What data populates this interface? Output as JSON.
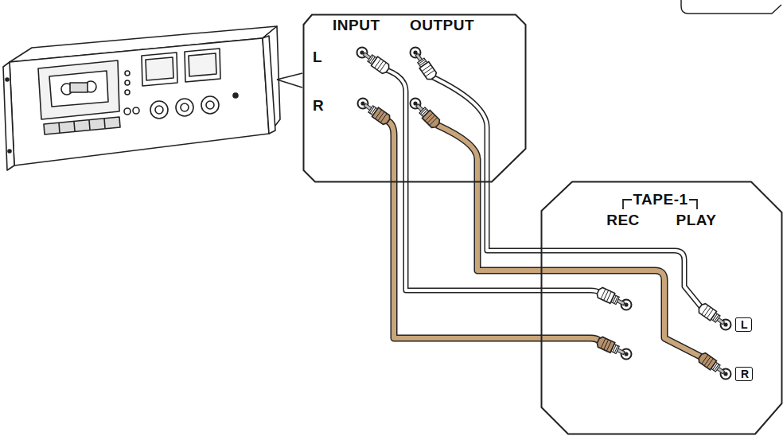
{
  "diagram": {
    "nodes": [
      {
        "text": [
          "INPUT",
          "OUTPUT",
          "L",
          "R"
        ]
      },
      {
        "text": [
          "TAPE-1",
          "REC",
          "PLAY",
          "L",
          "R"
        ]
      }
    ],
    "edges": [
      {
        "from": 0,
        "to": 1,
        "arrow": "none"
      },
      {
        "from": 0,
        "to": 1,
        "arrow": "none"
      },
      {
        "from": 0,
        "to": 1,
        "arrow": "none"
      },
      {
        "from": 0,
        "to": 1,
        "arrow": "none"
      }
    ]
  }
}
